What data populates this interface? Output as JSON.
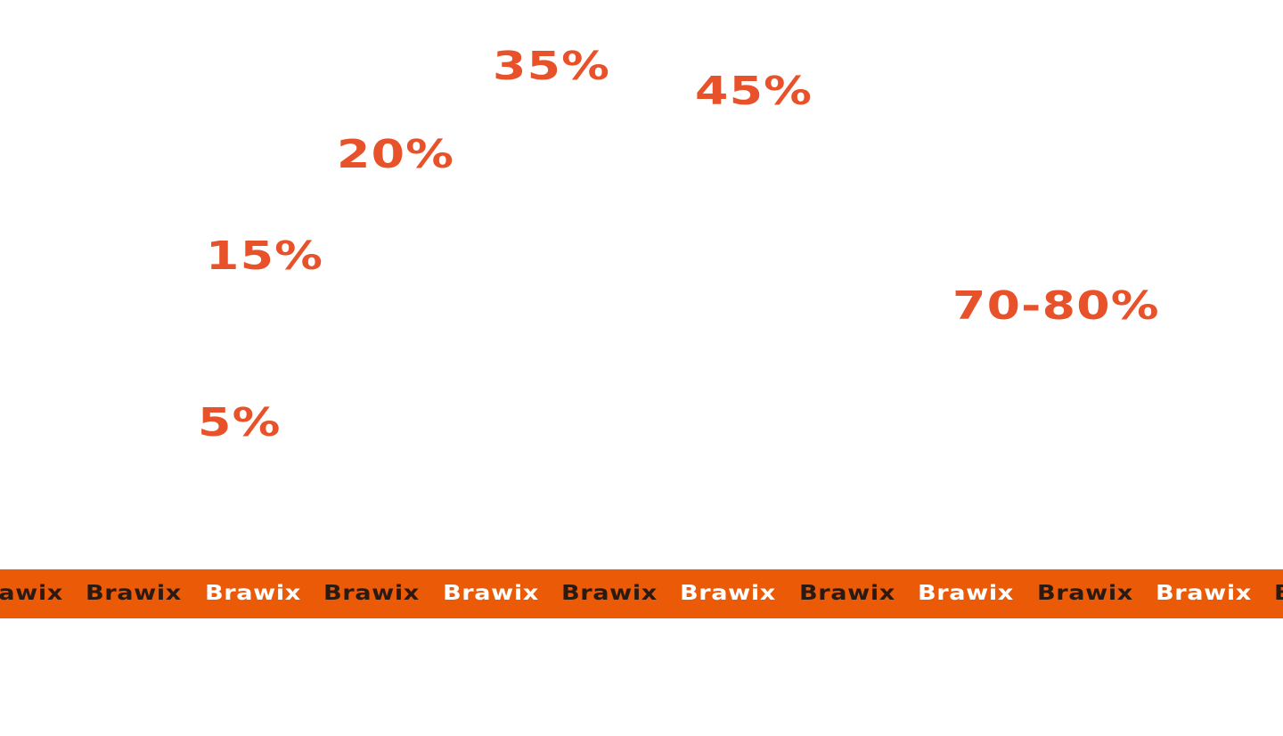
{
  "colors": {
    "background": "#ffffff",
    "accent": "#e8522a",
    "band": "#eb5a07",
    "dark_text": "#2b1a12",
    "light_text": "#ffffff"
  },
  "stats": [
    {
      "id": "stat-35",
      "text": "35%"
    },
    {
      "id": "stat-45",
      "text": "45%"
    },
    {
      "id": "stat-20",
      "text": "20%"
    },
    {
      "id": "stat-15",
      "text": "15%"
    },
    {
      "id": "stat-70-80",
      "text": "70-80%"
    },
    {
      "id": "stat-5",
      "text": "5%"
    }
  ],
  "marquee": {
    "words": [
      {
        "text": "Brawix",
        "tone": "dark"
      },
      {
        "text": "Brawix",
        "tone": "dark"
      },
      {
        "text": "Brawix",
        "tone": "light"
      },
      {
        "text": "Brawix",
        "tone": "dark"
      },
      {
        "text": "Brawix",
        "tone": "light"
      },
      {
        "text": "Brawix",
        "tone": "dark"
      },
      {
        "text": "Brawix",
        "tone": "light"
      },
      {
        "text": "Brawix",
        "tone": "dark"
      },
      {
        "text": "Brawix",
        "tone": "light"
      },
      {
        "text": "Brawix",
        "tone": "dark"
      },
      {
        "text": "Brawix",
        "tone": "light"
      },
      {
        "text": "Brawix",
        "tone": "dark"
      }
    ]
  }
}
